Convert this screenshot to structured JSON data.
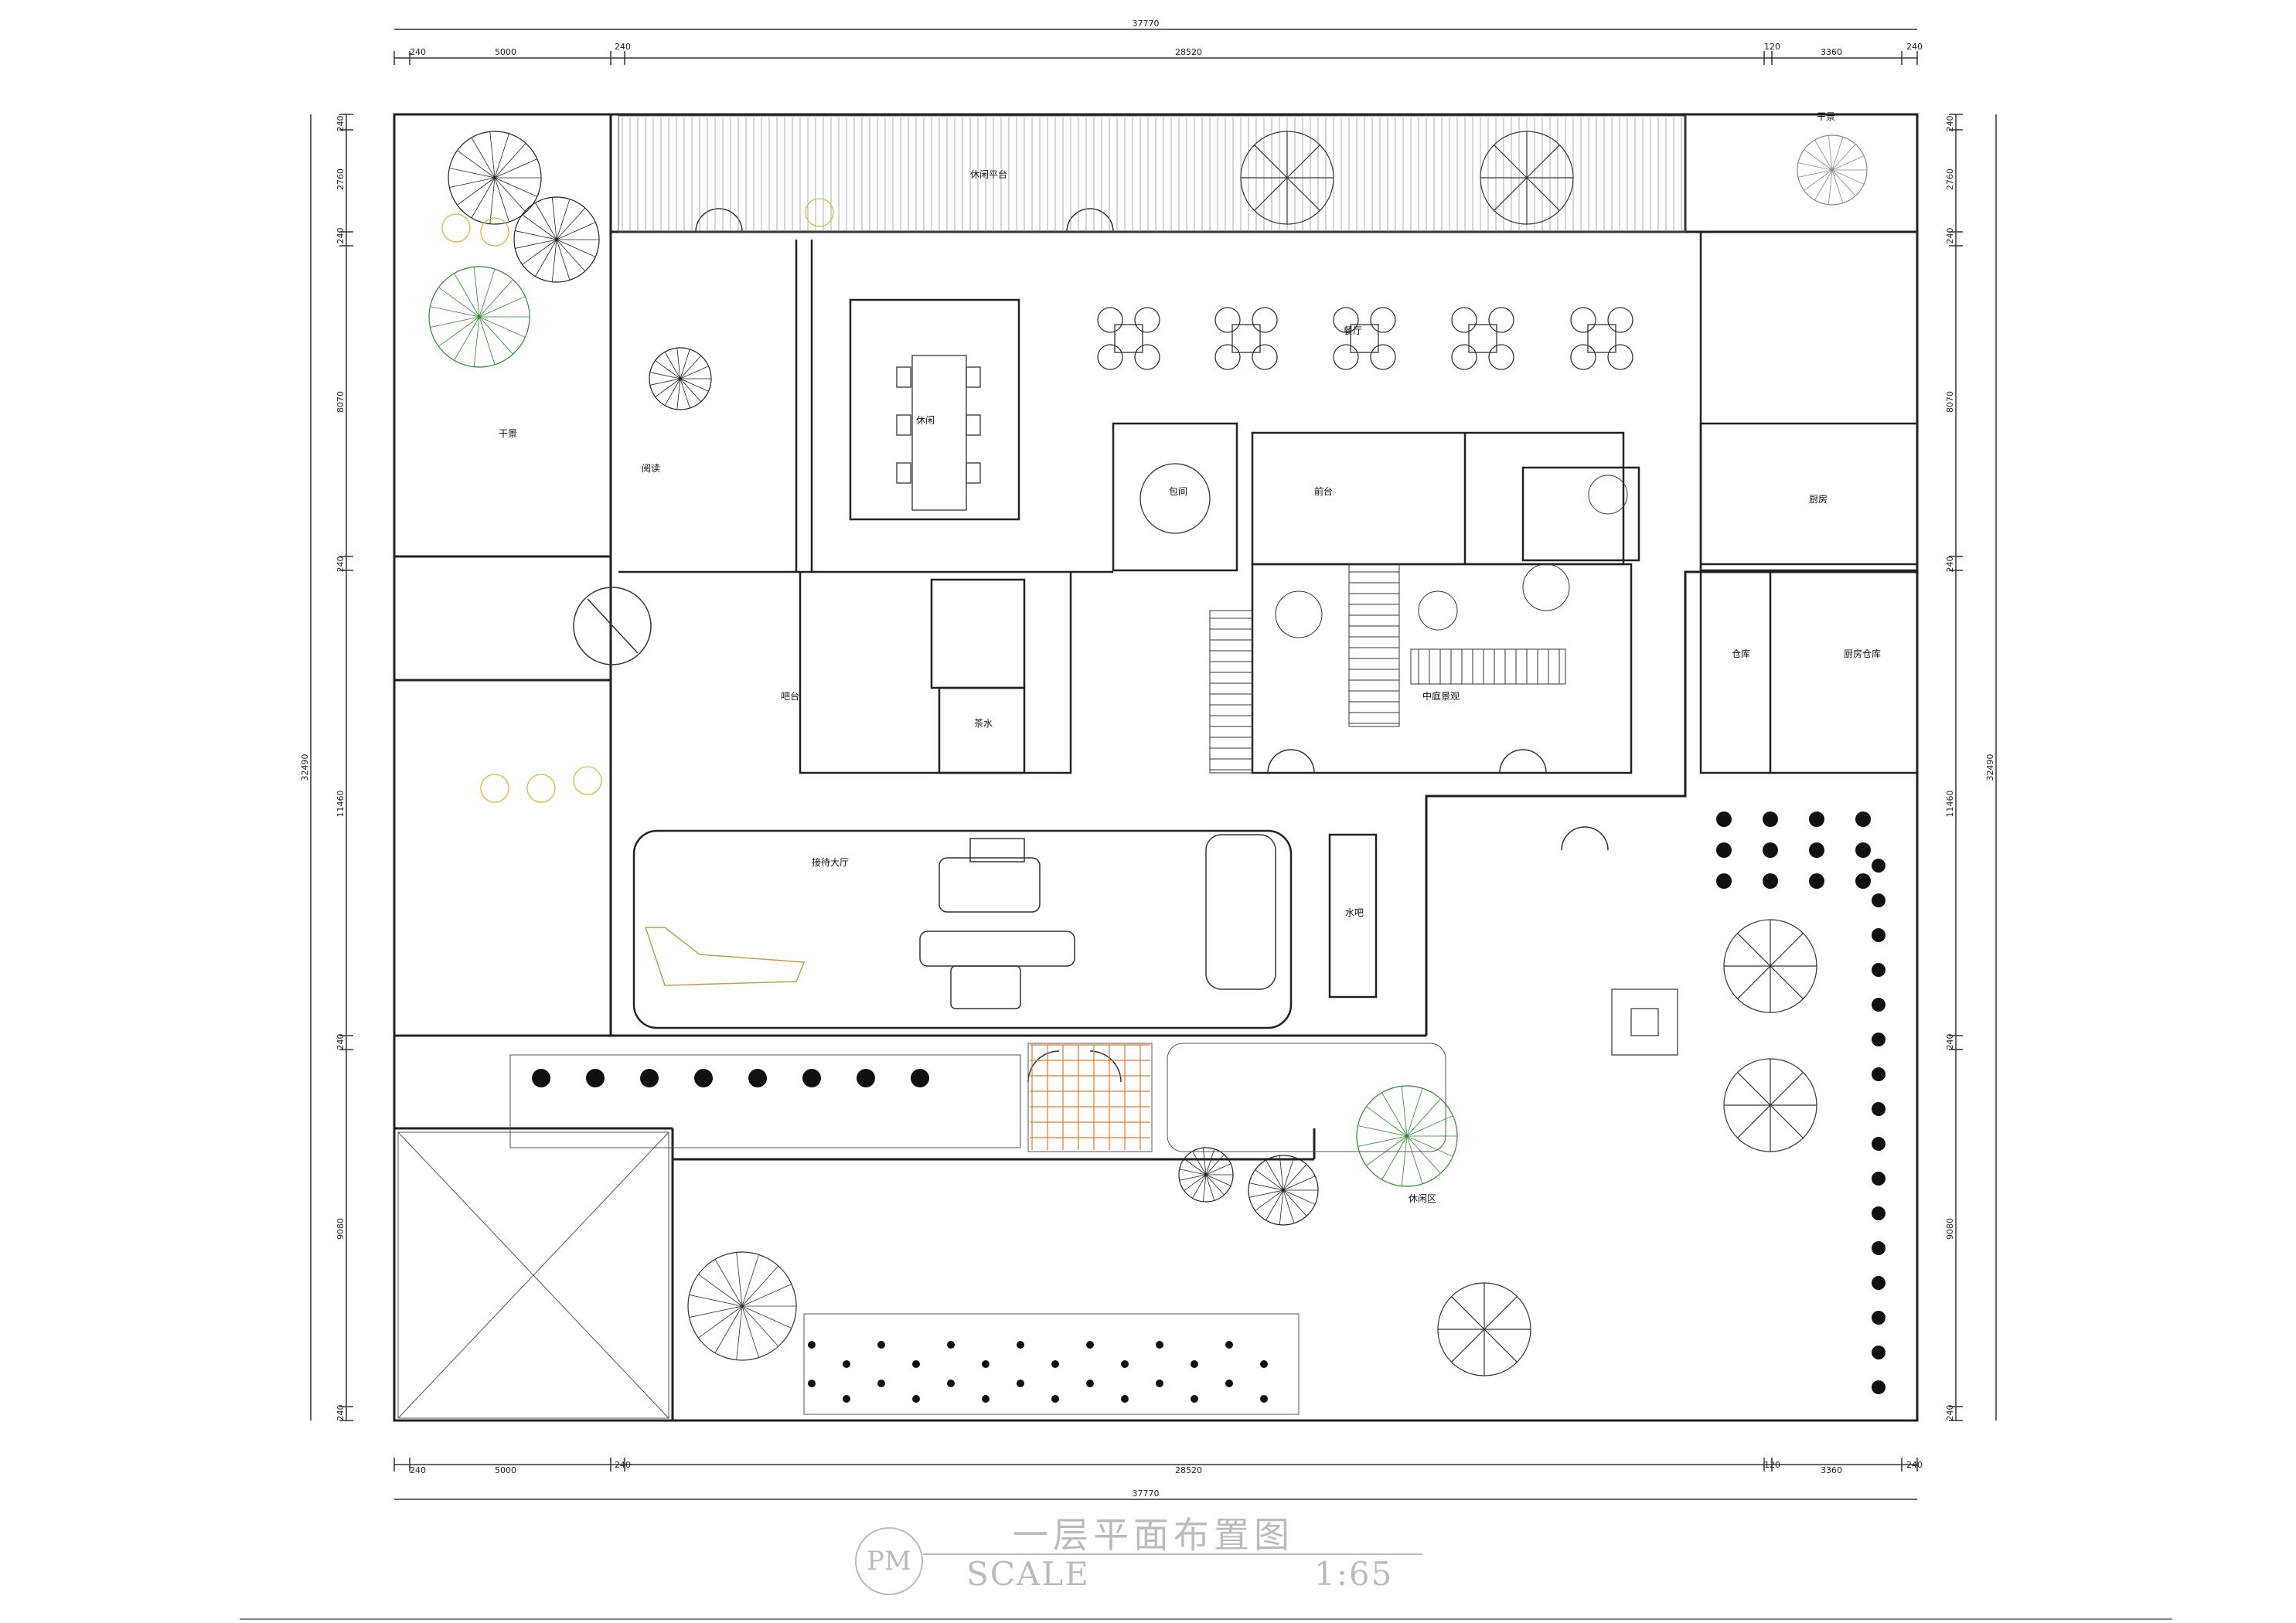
{
  "drawing": {
    "title": "一层平面布置图",
    "scale_label": "SCALE",
    "scale_ratio": "1:65",
    "badge": "PM"
  },
  "dimensions": {
    "top_total": "37770",
    "top_segments": [
      "240",
      "5000",
      "240",
      "28520",
      "120",
      "3360",
      "240"
    ],
    "bottom_total": "37770",
    "bottom_segments": [
      "240",
      "5000",
      "240",
      "28520",
      "120",
      "3360",
      "240"
    ],
    "left_total": "32490",
    "left_segments": [
      "240",
      "2760",
      "240",
      "8070",
      "240",
      "11460",
      "240",
      "9080",
      "240"
    ],
    "right_total": "32490",
    "right_segments": [
      "240",
      "2760",
      "240",
      "8070",
      "240",
      "11460",
      "240",
      "9080",
      "240"
    ]
  },
  "rooms": [
    {
      "label": "阅读"
    },
    {
      "label": "休闲"
    },
    {
      "label": "餐厅"
    },
    {
      "label": "包间"
    },
    {
      "label": "吧台"
    },
    {
      "label": "厨房"
    },
    {
      "label": "前台"
    },
    {
      "label": "茶水"
    },
    {
      "label": "中庭景观"
    },
    {
      "label": "仓库"
    },
    {
      "label": "厨房仓库"
    },
    {
      "label": "接待大厅"
    },
    {
      "label": "水吧"
    },
    {
      "label": "休闲区"
    },
    {
      "label": "休闲平台"
    },
    {
      "label": "干景"
    },
    {
      "label": "干景"
    }
  ]
}
